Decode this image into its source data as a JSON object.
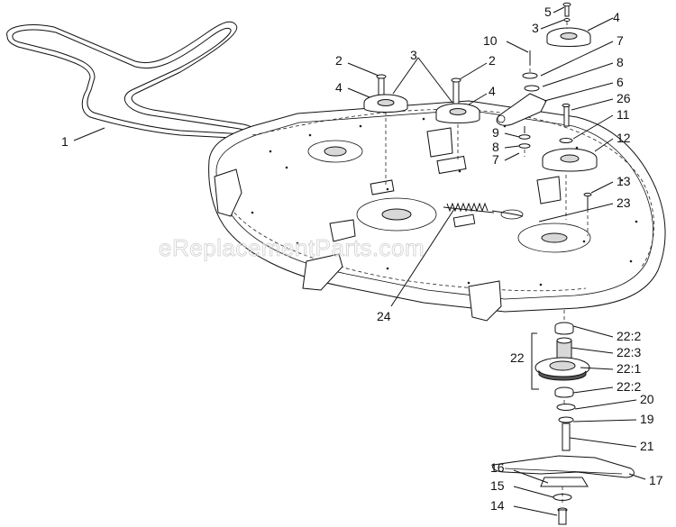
{
  "watermark": "eReplacementParts.com",
  "callouts": [
    {
      "id": "c1",
      "text": "1"
    },
    {
      "id": "c2a",
      "text": "2"
    },
    {
      "id": "c2b",
      "text": "2"
    },
    {
      "id": "c3a",
      "text": "3"
    },
    {
      "id": "c3b",
      "text": "3"
    },
    {
      "id": "c4a",
      "text": "4"
    },
    {
      "id": "c4b",
      "text": "4"
    },
    {
      "id": "c4c",
      "text": "4"
    },
    {
      "id": "c5",
      "text": "5"
    },
    {
      "id": "c6",
      "text": "6"
    },
    {
      "id": "c7a",
      "text": "7"
    },
    {
      "id": "c7b",
      "text": "7"
    },
    {
      "id": "c8a",
      "text": "8"
    },
    {
      "id": "c8b",
      "text": "8"
    },
    {
      "id": "c9",
      "text": "9"
    },
    {
      "id": "c10",
      "text": "10"
    },
    {
      "id": "c11",
      "text": "11"
    },
    {
      "id": "c12",
      "text": "12"
    },
    {
      "id": "c13",
      "text": "13"
    },
    {
      "id": "c14",
      "text": "14"
    },
    {
      "id": "c15",
      "text": "15"
    },
    {
      "id": "c16",
      "text": "16"
    },
    {
      "id": "c17",
      "text": "17"
    },
    {
      "id": "c19",
      "text": "19"
    },
    {
      "id": "c20",
      "text": "20"
    },
    {
      "id": "c21",
      "text": "21"
    },
    {
      "id": "c22",
      "text": "22"
    },
    {
      "id": "c22-1",
      "text": "22:1"
    },
    {
      "id": "c22-2a",
      "text": "22:2"
    },
    {
      "id": "c22-2b",
      "text": "22:2"
    },
    {
      "id": "c22-3",
      "text": "22:3"
    },
    {
      "id": "c23",
      "text": "23"
    },
    {
      "id": "c24",
      "text": "24"
    },
    {
      "id": "c26",
      "text": "26"
    }
  ]
}
